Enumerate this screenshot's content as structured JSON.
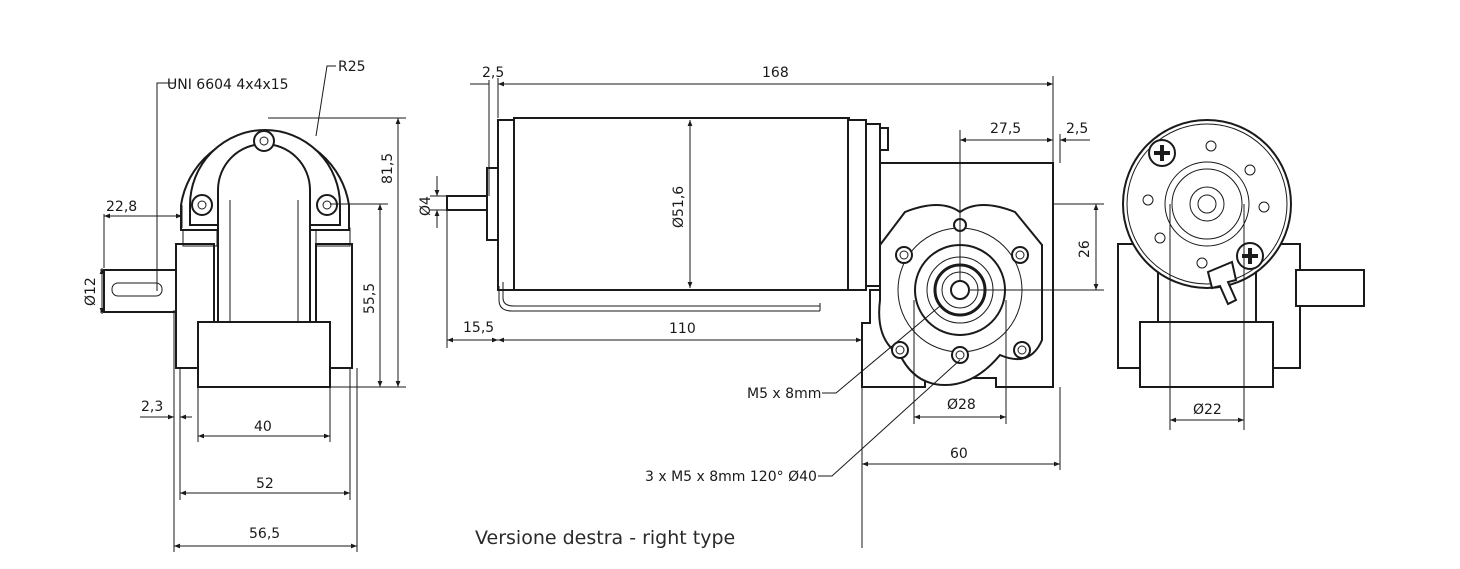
{
  "caption": "Versione destra - right type",
  "labels": {
    "key": "UNI 6604 4x4x15",
    "radius": "R25",
    "thread": "M5 x 8mm",
    "holes": "3 x M5 x 8mm 120° Ø40"
  },
  "dims": {
    "d22_8": "22,8",
    "d_phi12": "Ø12",
    "d81_5": "81,5",
    "d55_5": "55,5",
    "d2_3": "2,3",
    "d40": "40",
    "d52": "52",
    "d56_5": "56,5",
    "d2_5a": "2,5",
    "d168": "168",
    "d_phi4": "Ø4",
    "d_phi51_6": "Ø51,6",
    "d15_5": "15,5",
    "d110": "110",
    "d27_5": "27,5",
    "d2_5b": "2,5",
    "d26": "26",
    "d_phi28": "Ø28",
    "d60": "60",
    "d_phi22": "Ø22"
  }
}
